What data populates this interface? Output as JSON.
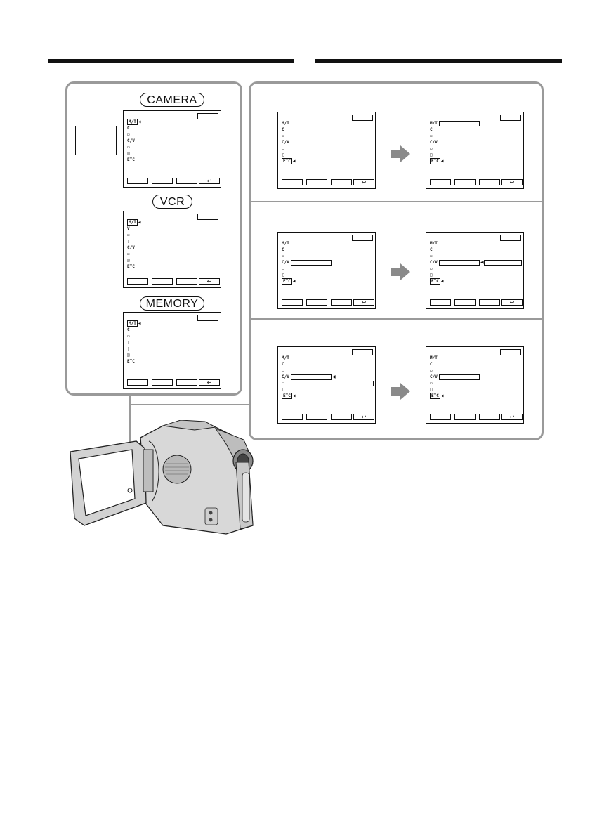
{
  "modes": {
    "camera": "CAMERA",
    "vcr": "VCR",
    "memory": "MEMORY"
  },
  "menu_icons": {
    "camera": [
      "M/T",
      "C",
      "▭",
      "C/V",
      "▭",
      "◫",
      "ETC"
    ],
    "vcr": [
      "M/T",
      "V",
      "▭",
      "▯",
      "C/V",
      "▭",
      "◫",
      "ETC"
    ],
    "memory": [
      "M/T",
      "C",
      "▭",
      "▯",
      "▯",
      "◫",
      "ETC"
    ],
    "etc_screen": [
      "M/T",
      "C",
      "▭",
      "C/V",
      "▭",
      "◫",
      "ETC"
    ]
  },
  "icons": {
    "return": "return-arrow-icon",
    "step_arrow": "right-arrow-icon"
  },
  "return_glyph": "↩",
  "colors": {
    "panel_border": "#9a9a9a",
    "arrow": "#8a8a8a"
  }
}
